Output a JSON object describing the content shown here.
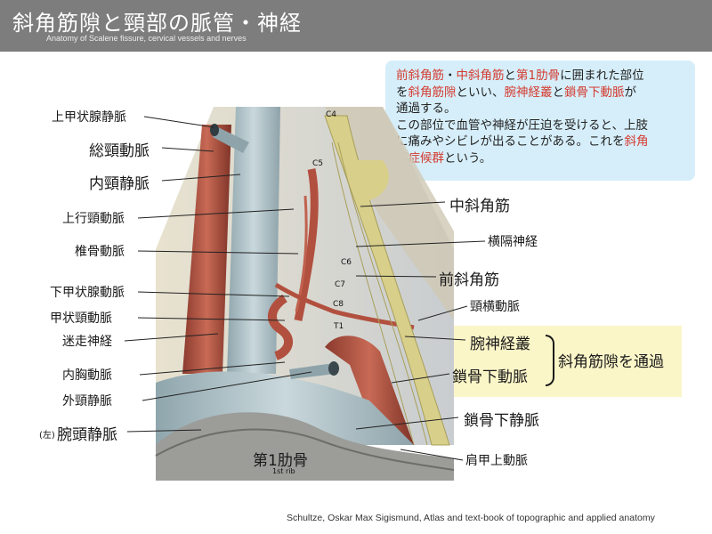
{
  "header": {
    "title": "斜角筋隙と頸部の脈管・神経",
    "subtitle": "Anatomy of  Scalene fissure, cervical vessels and nerves"
  },
  "info": {
    "line1": [
      {
        "text": "前斜角筋",
        "hl": true
      },
      {
        "text": "・",
        "hl": false
      },
      {
        "text": "中斜角筋",
        "hl": true
      },
      {
        "text": "と",
        "hl": false
      },
      {
        "text": "第1肋骨",
        "hl": true
      },
      {
        "text": "に囲まれた部位",
        "hl": false
      }
    ],
    "line2": [
      {
        "text": "を",
        "hl": false
      },
      {
        "text": "斜角筋隙",
        "hl": true
      },
      {
        "text": "といい、",
        "hl": false
      },
      {
        "text": "腕神経叢",
        "hl": true
      },
      {
        "text": "と",
        "hl": false
      },
      {
        "text": "鎖骨下動脈",
        "hl": true
      },
      {
        "text": "が",
        "hl": false
      }
    ],
    "line3": [
      {
        "text": "通過する。",
        "hl": false
      }
    ],
    "line4": [
      {
        "text": "この部位で血管や神経が圧迫を受けると、上肢",
        "hl": false
      }
    ],
    "line5": [
      {
        "text": "に痛みやシビレが出ることがある。これを",
        "hl": false
      },
      {
        "text": "斜角",
        "hl": true
      }
    ],
    "line6": [
      {
        "text": "筋症候群",
        "hl": true
      },
      {
        "text": "という。",
        "hl": false
      }
    ]
  },
  "labels_left": {
    "superior_thyroid_vein": "上甲状腺静脈",
    "common_carotid": "総頸動脈",
    "internal_jugular": "内頸静脈",
    "ascending_cervical": "上行頸動脈",
    "vertebral_artery": "椎骨動脈",
    "inferior_thyroid": "下甲状腺動脈",
    "thyrocervical": "甲状頸動脈",
    "vagus": "迷走神経",
    "internal_thoracic": "内胸動脈",
    "external_jugular": "外頸静脈",
    "left_prefix": "(左)",
    "brachiocephalic": "腕頭静脈"
  },
  "labels_right": {
    "middle_scalene": "中斜角筋",
    "phrenic": "横隔神経",
    "anterior_scalene": "前斜角筋",
    "transverse_cervical": "頸横動脈",
    "brachial_plexus": "腕神経叢",
    "subclavian_artery": "鎖骨下動脈",
    "passage": "斜角筋隙を通過",
    "subclavian_vein": "鎖骨下静脈",
    "suprascapular": "肩甲上動脈"
  },
  "vertebra_labels": {
    "c4": "C4",
    "c5": "C5",
    "c6": "C6",
    "c7": "C7",
    "c8": "C8",
    "t1": "T1"
  },
  "rib": {
    "label": "第1肋骨",
    "sub": "1st rib"
  },
  "credit": "Schultze, Oskar Max Sigismund, Atlas and text-book of topographic and applied anatomy",
  "colors": {
    "header": "#7d7d7d",
    "info_bg": "#d6eef9",
    "highlight": "#d43a2f",
    "yellow_box": "#fbf6c8"
  }
}
